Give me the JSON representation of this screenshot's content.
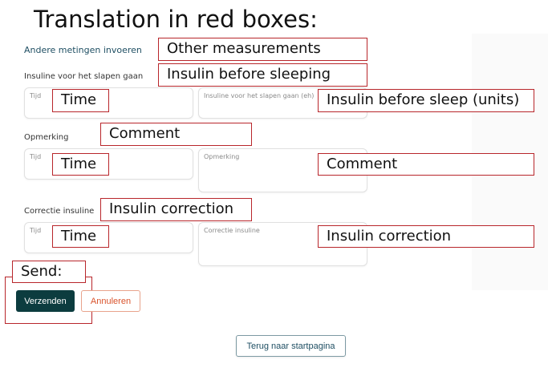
{
  "heading": "Translation in red boxes:",
  "form": {
    "title": "Andere metingen invoeren",
    "insulin_sleep": {
      "label": "Insuline voor het slapen gaan",
      "time_placeholder": "Tijd",
      "value_placeholder": "Insuline voor het slapen gaan (eh)"
    },
    "comment": {
      "label": "Opmerking",
      "time_placeholder": "Tijd",
      "value_placeholder": "Opmerking"
    },
    "correction": {
      "label": "Correctie insuline",
      "time_placeholder": "Tijd",
      "value_placeholder": "Correctie insuline"
    },
    "buttons": {
      "send": "Verzenden",
      "cancel": "Annuleren",
      "back": "Terug naar startpagina"
    }
  },
  "translations": {
    "other_measurements": "Other measurements",
    "insulin_before_sleeping": "Insulin before sleeping",
    "time_1": "Time",
    "insulin_before_sleep_units": "Insulin before sleep (units)",
    "comment_label": "Comment",
    "time_2": "Time",
    "comment_field": "Comment",
    "insulin_correction_label": "Insulin correction",
    "time_3": "Time",
    "insulin_correction_field": "Insulin correction",
    "send": "Send:"
  },
  "colors": {
    "annotation_border": "#b8262b",
    "primary_button": "#0c3c3f",
    "cancel_text": "#d9532c",
    "section_title": "#1f4f63"
  }
}
